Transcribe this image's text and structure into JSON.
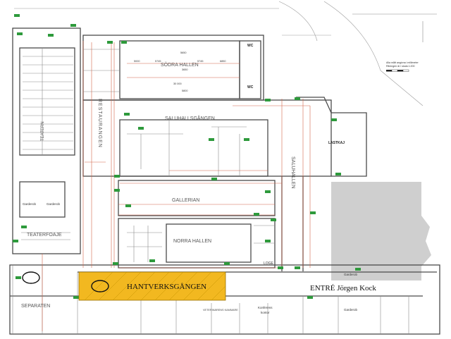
{
  "colors": {
    "wall": "#4a4a4a",
    "light_wall": "#8a8a8a",
    "dimension": "#d2664a",
    "exit_sign": "#2e9a3c",
    "highlight": "#f2b820",
    "highlight_border": "#9a7200",
    "grey_block": "#cfcfcf"
  },
  "rooms": {
    "teatern": "TEATERN",
    "restaurangen": "RESTAURANGEN",
    "sodra_hallen": "SÖDRA HALLEN",
    "saluhallsgangen": "SALUHALLSGÅNGEN",
    "saluhallen": "SALUHALLEN",
    "galleriet": "GALLERIAN",
    "norra_hallen": "NORRA HALLEN",
    "teaterfoaje": "TEATERFOAJE",
    "separaten": "SEPARATEN",
    "hantverksgangen": "HANTVERKSGÅNGEN",
    "lastkaj": "LASTKAJ",
    "loge": "LOGE",
    "wc_1": "WC",
    "wc_2": "WC",
    "garderob_1": "Garderob",
    "garderob_2": "Garderob",
    "garderob_3": "Garderob",
    "garderob_4": "Garderob",
    "veterinarens_kammare": "VETERINÄRENS KAMMARE",
    "konferens": "Konferens",
    "kontor": "kontor",
    "entrance": "ENTRÉ Jörgen Kock"
  },
  "scale_note": {
    "line1": "Alla mått angivna i millimeter",
    "line2": "Ritningen är i skala 1:200"
  },
  "dimensions": [
    "5000",
    "5745",
    "5650",
    "5745",
    "6850",
    "3650",
    "30 000",
    "5800"
  ]
}
